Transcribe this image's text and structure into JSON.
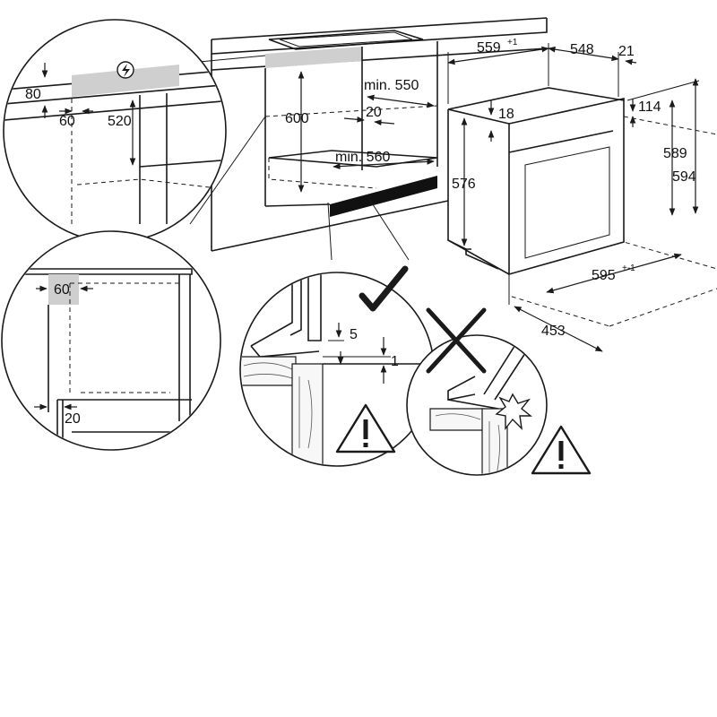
{
  "figure": {
    "detail_a": {
      "d80": "80",
      "d60": "60",
      "d520": "520",
      "power_symbol": "lightning-icon"
    },
    "cabinet": {
      "d600": "600",
      "min550": "min. 550",
      "d20": "20",
      "min560": "min. 560"
    },
    "oven": {
      "d559": "559",
      "d559_tol": "+1",
      "d548": "548",
      "d21": "21",
      "d18": "18",
      "d114": "114",
      "d576": "576",
      "d589": "589",
      "d594": "594",
      "d595": "595",
      "d595_tol": "+-1",
      "d453": "453"
    },
    "detail_b": {
      "d60": "60",
      "d20": "20"
    },
    "detail_c": {
      "d5": "5",
      "d1": "1",
      "ok_icon": "checkmark-icon",
      "warning_icon": "warning-icon"
    },
    "detail_d": {
      "wrong_icon": "cross-icon",
      "impact_icon": "impact-burst-icon",
      "warning_icon": "warning-icon"
    },
    "colors": {
      "line": "#1a1a1a",
      "shade": "#cfcfcf",
      "background": "#ffffff"
    }
  }
}
